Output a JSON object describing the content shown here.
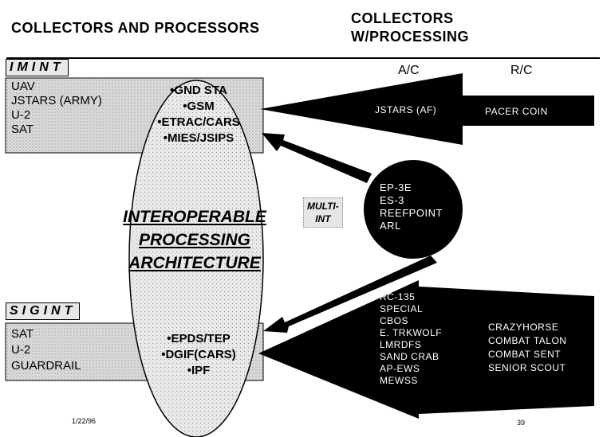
{
  "header": {
    "left_title": "COLLECTORS AND PROCESSORS",
    "right_title_line1": "COLLECTORS",
    "right_title_line2": "W/PROCESSING",
    "col_ac": "A/C",
    "col_rc": "R/C"
  },
  "imint": {
    "label": "IMINT",
    "items": [
      "UAV",
      "JSTARS (ARMY)",
      "U-2",
      "SAT"
    ],
    "processors": [
      "•GND STA",
      "•GSM",
      "•ETRAC/CARS",
      "•MIES/JSIPS"
    ],
    "ac_collector": "JSTARS (AF)",
    "rc_collector": "PACER COIN"
  },
  "center": {
    "line1": "INTEROPERABLE",
    "line2": "PROCESSING",
    "line3": "ARCHITECTURE"
  },
  "multi_int": {
    "label_line1": "MULTI-",
    "label_line2": "INT",
    "items": [
      "EP-3E",
      "ES-3",
      "REEFPOINT",
      "ARL"
    ]
  },
  "sigint": {
    "label": "SIGINT",
    "items": [
      "SAT",
      "U-2",
      "GUARDRAIL"
    ],
    "processors": [
      "•EPDS/TEP",
      "•DGIF(CARS)",
      "•IPF"
    ],
    "ac_collectors": [
      "RC-135",
      "SPECIAL",
      "CBOS",
      "E. TRKWOLF",
      "LMRDFS",
      "SAND CRAB",
      "AP-EWS",
      "MEWSS"
    ],
    "rc_collectors": [
      "CRAZYHORSE",
      "COMBAT TALON",
      "COMBAT SENT",
      "SENIOR SCOUT"
    ]
  },
  "footer": {
    "date": "1/22/96",
    "page": "39"
  },
  "colors": {
    "fill_black": "#000000",
    "box_gray": "#d9d9d9",
    "ellipse_gray": "#e4e4e4"
  }
}
